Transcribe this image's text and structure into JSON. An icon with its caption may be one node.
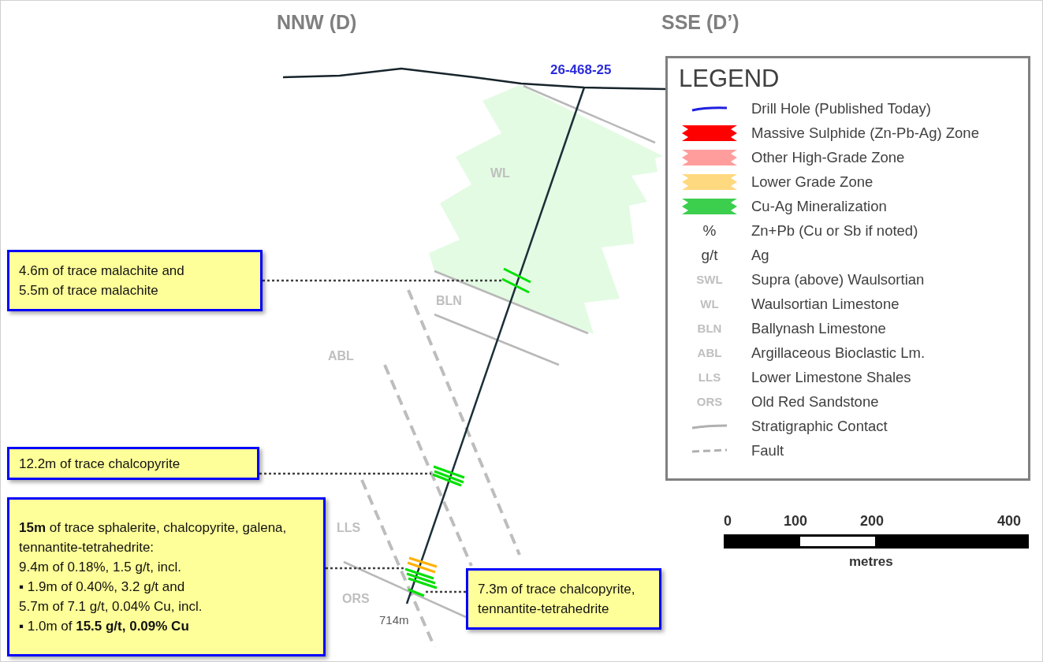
{
  "diagram": {
    "nodes": [
      {
        "text": [
          "4.6m of trace malachite and 5.5m of trace malachite"
        ]
      },
      {
        "text": [],
        "shape": "bar"
      },
      {
        "text": [
          "12.2m of trace chalcopyrite"
        ]
      },
      {
        "text": [],
        "shape": "bar"
      },
      {
        "text": [
          "**15m** of trace sphalerite, chalcopyrite, galena, tennantite-tetrahedrite:",
          "9.4m of 0.18%, 1.5 g/t, incl.",
          "▪ 1.9m of 0.40%, 3.2 g/t and",
          "5.7m of 7.1 g/t, 0.04% Cu, incl.",
          "▪ 1.0m of **15.5 g/t, 0.09% Cu**"
        ]
      },
      {
        "text": [],
        "shape": "bar"
      },
      {
        "text": [
          "7.3m of trace chalcopyrite, tennantite-tetrahedrite"
        ]
      },
      {
        "text": [],
        "shape": "bar"
      }
    ],
    "edges": [
      {
        "from": 0,
        "to": 1,
        "arrow": "none"
      },
      {
        "from": 2,
        "to": 3,
        "arrow": "none"
      },
      {
        "from": 4,
        "to": 5,
        "arrow": "none"
      },
      {
        "from": 6,
        "to": 7,
        "arrow": "none"
      }
    ],
    "labels": [
      "NNW (D)",
      "SSE (D’)",
      "26-468-25",
      "WL",
      "BLN",
      "ABL",
      "LLS",
      "ORS",
      "714m",
      "LEGEND",
      "%",
      "g/t",
      "SWL",
      "WL",
      "BLN",
      "ABL",
      "LLS",
      "ORS",
      "0",
      "100",
      "200",
      "400",
      "metres"
    ],
    "legend": [
      {
        "text": "Drill Hole (Published Today)"
      },
      {
        "text": "Massive Sulphide (Zn-Pb-Ag) Zone",
        "color": "#ff0000"
      },
      {
        "text": "Other High-Grade Zone",
        "color": "#ff9d9d"
      },
      {
        "text": "Lower Grade Zone",
        "color": "#ffd97f"
      },
      {
        "text": "Cu-Ag Mineralization",
        "color": "#3ccf4e"
      },
      {
        "text": "Zn+Pb (Cu or Sb if noted)"
      },
      {
        "text": "Ag"
      },
      {
        "text": "Supra (above) Waulsortian"
      },
      {
        "text": "Waulsortian Limestone"
      },
      {
        "text": "Ballynash Limestone"
      },
      {
        "text": "Argillaceous Bioclastic Lm."
      },
      {
        "text": "Lower Limestone Shales"
      },
      {
        "text": "Old Red Sandstone"
      },
      {
        "text": "Stratigraphic Contact"
      },
      {
        "text": "Fault"
      }
    ]
  }
}
